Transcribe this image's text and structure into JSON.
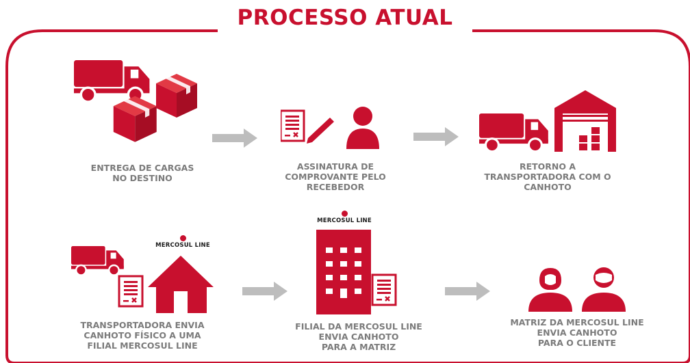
{
  "title": "PROCESSO ATUAL",
  "colors": {
    "accent": "#c8102e",
    "label": "#7b7b7b",
    "arrow": "#bdbdbd"
  },
  "brand": "MERCOSUL LINE",
  "steps": [
    {
      "icon": "truck-and-boxes-icon",
      "lines": [
        "ENTREGA DE CARGAS",
        "NO DESTINO"
      ]
    },
    {
      "icon": "signed-document-and-person-icon",
      "lines": [
        "ASSINATURA DE",
        "COMPROVANTE PELO",
        "RECEBEDOR"
      ]
    },
    {
      "icon": "truck-and-warehouse-icon",
      "lines": [
        "RETORNO A",
        "TRANSPORTADORA COM O",
        "CANHOTO"
      ]
    },
    {
      "icon": "truck-document-and-house-icon",
      "lines": [
        "TRANSPORTADORA ENVIA",
        "CANHOTO FÍSICO A UMA",
        "FILIAL MERCOSUL LINE"
      ]
    },
    {
      "icon": "office-building-and-document-icon",
      "lines": [
        "FILIAL DA MERCOSUL LINE",
        "ENVIA CANHOTO",
        "PARA A MATRIZ"
      ]
    },
    {
      "icon": "two-people-icon",
      "lines": [
        "MATRIZ DA MERCOSUL LINE",
        "ENVIA CANHOTO",
        "PARA O CLIENTE"
      ]
    }
  ]
}
